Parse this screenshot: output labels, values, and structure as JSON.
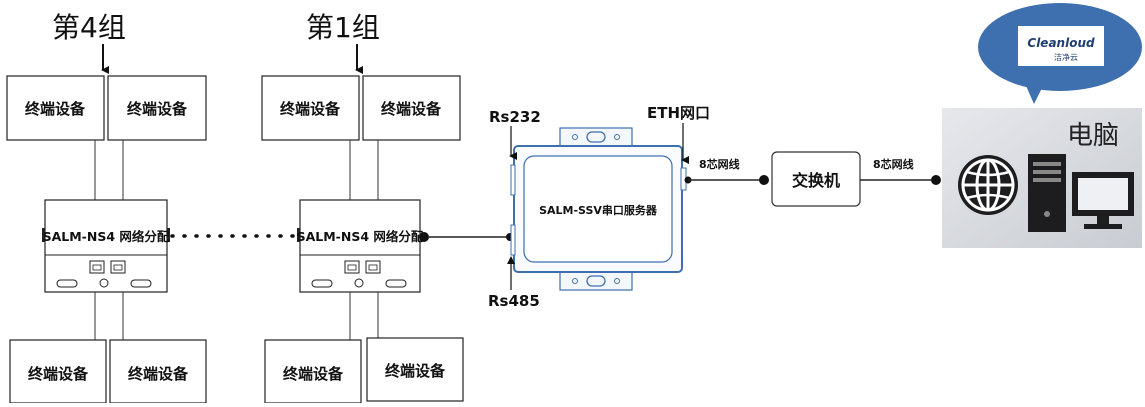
{
  "groups": {
    "group4": "第4组",
    "group1": "第1组"
  },
  "terminal_label": "终端设备",
  "splitter_label": "SALM-NS4 网络分配",
  "server": {
    "name": "SALM-SSV串口服务器",
    "port_rs232": "Rs232",
    "port_rs485": "Rs485",
    "port_eth": "ETH网口"
  },
  "cable_label": "8芯网线",
  "switch_label": "交换机",
  "computer_label": "电脑",
  "cloud": {
    "brand": "Cleanloud",
    "brand_cn": "洁净云"
  }
}
